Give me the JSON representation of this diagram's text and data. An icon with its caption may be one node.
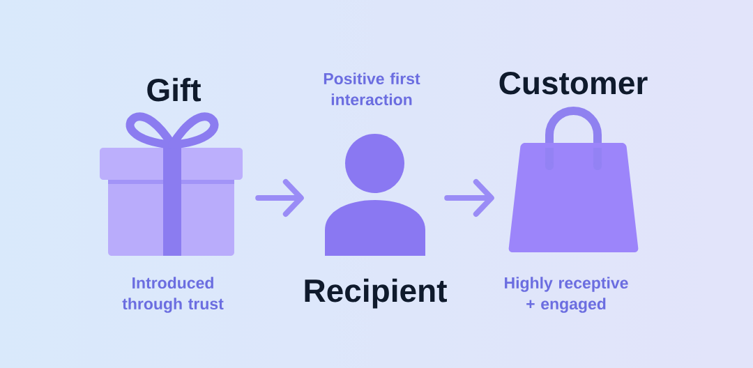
{
  "diagram": {
    "nodes": [
      {
        "text": [
          "Gift"
        ],
        "beside": [
          "Introduced through trust"
        ]
      },
      {
        "text": [
          "Recipient"
        ],
        "beside": [
          "Positive first interaction"
        ]
      },
      {
        "text": [
          "Customer"
        ],
        "beside": [
          "Highly receptive + engaged"
        ]
      }
    ],
    "edges": [
      {
        "from": 0,
        "to": 1,
        "arrow": "to"
      },
      {
        "from": 1,
        "to": 2,
        "arrow": "to"
      }
    ]
  }
}
